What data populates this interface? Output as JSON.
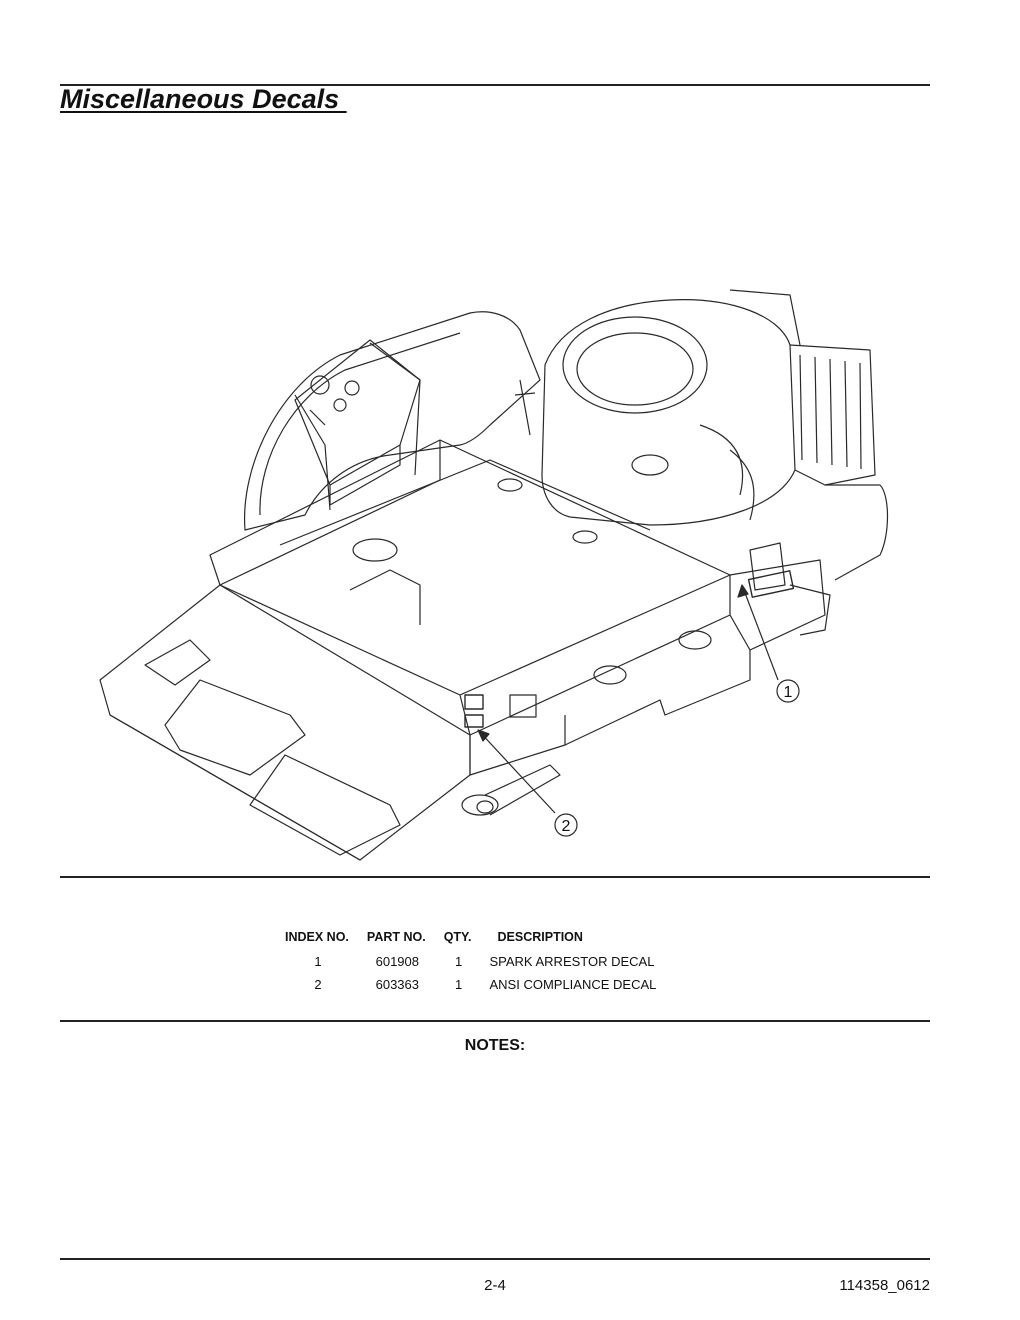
{
  "header": {
    "title": "Miscellaneous Decals "
  },
  "figure": {
    "callouts": [
      "1",
      "2"
    ]
  },
  "parts_table": {
    "headers": [
      "INDEX NO.",
      "PART NO.",
      "QTY.",
      "DESCRIPTION"
    ],
    "rows": [
      {
        "index": "1",
        "part": "601908",
        "qty": "1",
        "description": "SPARK ARRESTOR DECAL"
      },
      {
        "index": "2",
        "part": "603363",
        "qty": "1",
        "description": "ANSI COMPLIANCE DECAL"
      }
    ]
  },
  "notes": {
    "label": "NOTES:"
  },
  "footer": {
    "page": "2-4",
    "doc_id": "114358_0612"
  }
}
